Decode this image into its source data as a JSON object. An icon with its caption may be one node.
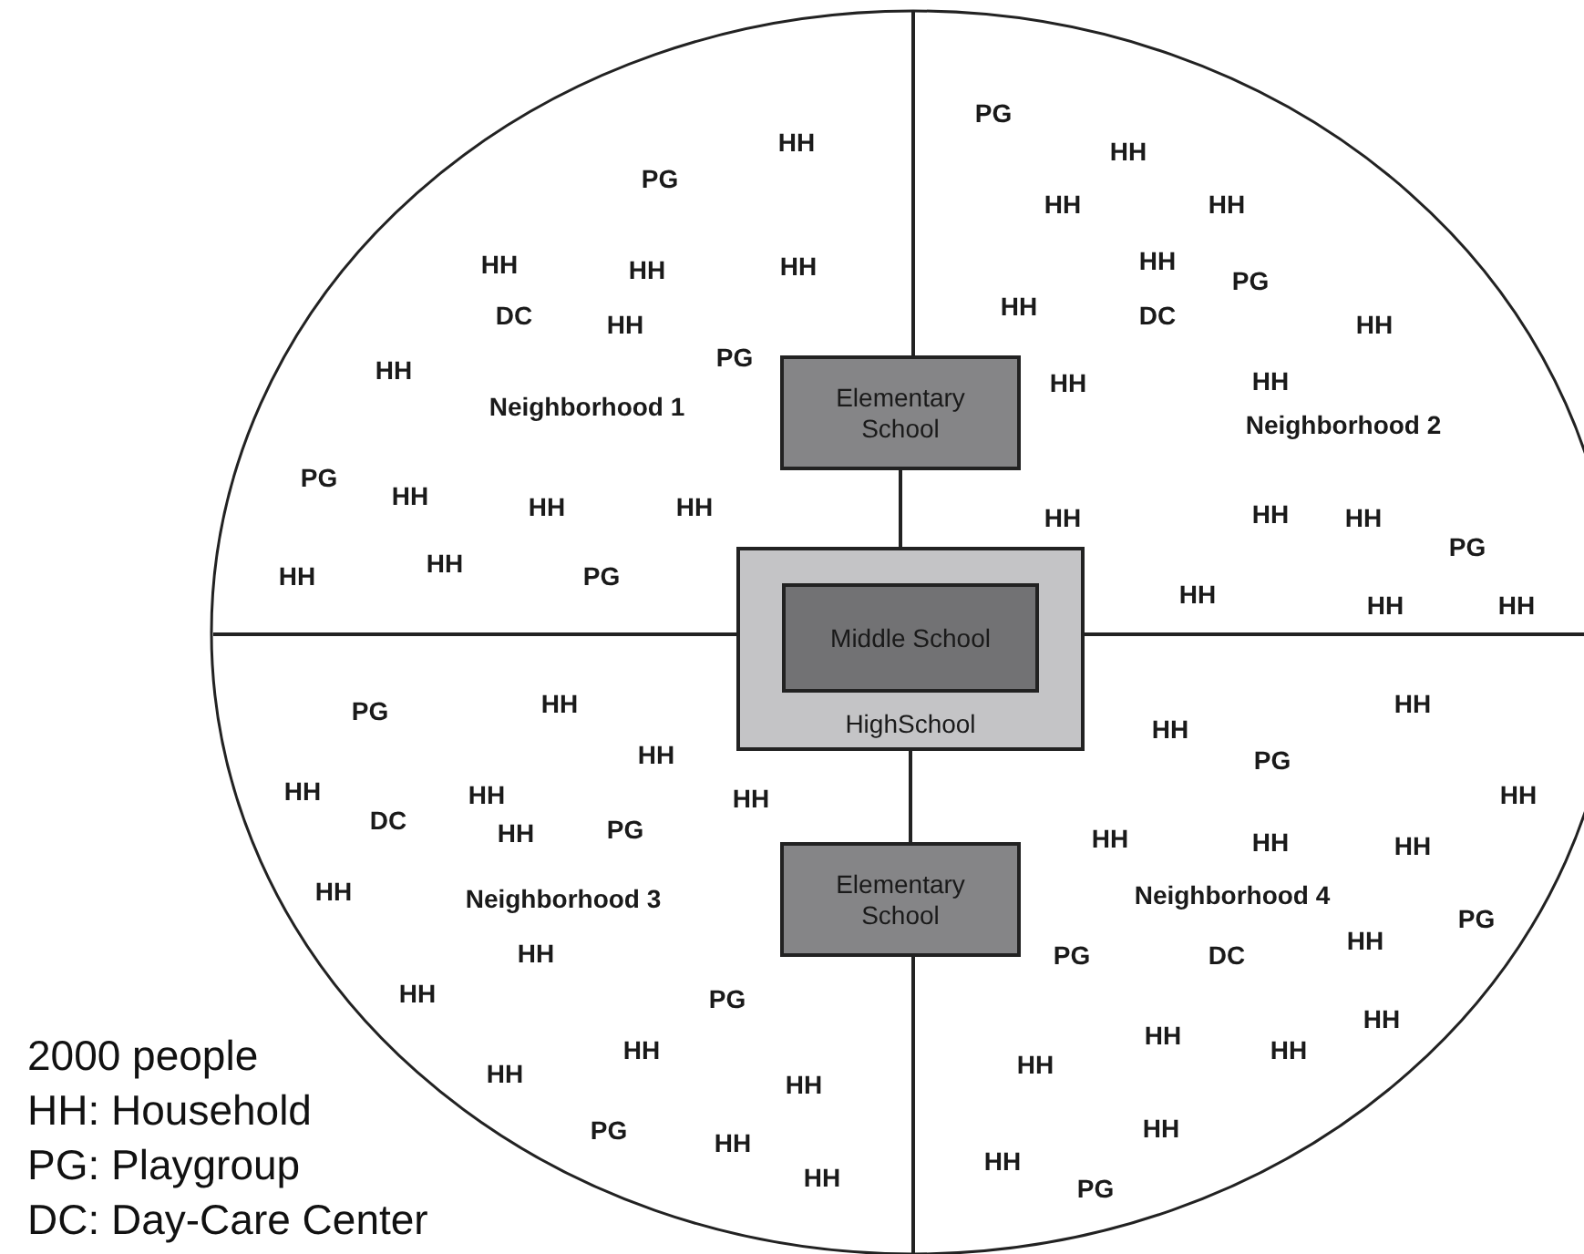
{
  "diagram": {
    "nodes": [
      {
        "text": [
          "Elementary School"
        ]
      },
      {
        "text": [
          "HighSchool"
        ]
      },
      {
        "text": [
          "Middle School"
        ],
        "in": 1
      },
      {
        "text": [
          "Elementary School"
        ]
      }
    ],
    "edges": [
      {
        "from": 0,
        "to": 1,
        "arrow": "none"
      },
      {
        "from": 1,
        "to": 3,
        "arrow": "none"
      }
    ],
    "labels": [
      "HH",
      "PG",
      "HH",
      "HH",
      "HH",
      "DC",
      "HH",
      "PG",
      "HH",
      "Neighborhood 1",
      "PG",
      "HH",
      "HH",
      "HH",
      "HH",
      "HH",
      "PG",
      "PG",
      "HH",
      "HH",
      "HH",
      "HH",
      "PG",
      "HH",
      "DC",
      "HH",
      "HH",
      "HH",
      "Neighborhood 2",
      "HH",
      "HH",
      "HH",
      "PG",
      "HH",
      "HH",
      "HH",
      "PG",
      "HH",
      "HH",
      "HH",
      "HH",
      "HH",
      "DC",
      "HH",
      "PG",
      "HH",
      "Neighborhood 3",
      "HH",
      "HH",
      "PG",
      "HH",
      "HH",
      "HH",
      "PG",
      "HH",
      "HH",
      "HH",
      "HH",
      "PG",
      "HH",
      "HH",
      "HH",
      "HH",
      "Neighborhood 4",
      "PG",
      "HH",
      "PG",
      "DC",
      "HH",
      "HH",
      "HH",
      "HH",
      "HH",
      "HH",
      "PG",
      "2000 people",
      "HH: Household",
      "PG: Playgroup",
      "DC: Day-Care Center"
    ]
  }
}
